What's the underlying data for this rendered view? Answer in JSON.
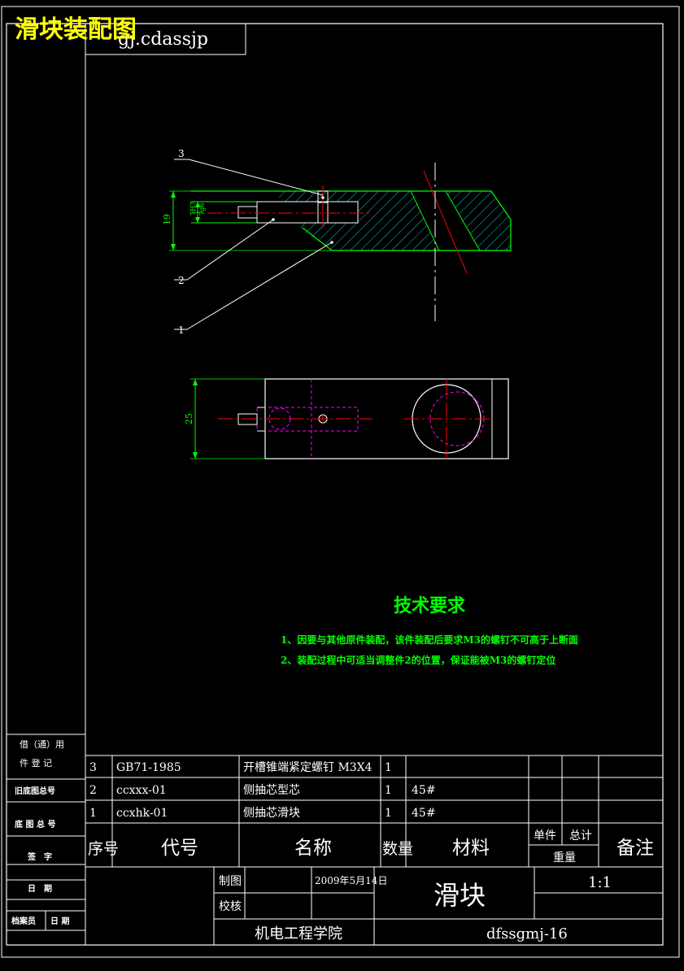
{
  "overlay_title": "滑块装配图",
  "drawing_code_box": "gj.cdassjp",
  "callouts": [
    "3",
    "2",
    "1"
  ],
  "dimensions": {
    "height_19": "19",
    "fit_a": "7H7",
    "fit_b": "7g6",
    "width_25": "25"
  },
  "tech_requirements": {
    "heading": "技术要求",
    "items": [
      "1、因要与其他原件装配，该件装配后要求M3的螺钉不可高于上断面",
      "2、装配过程中可适当调整件2的位置，保证能被M3的螺钉定位"
    ]
  },
  "left_column": {
    "cells": [
      "借（通）用",
      "件 登 记",
      "旧底图总号",
      "底 图 总 号",
      "签　字",
      "日　期",
      "档案员",
      "日 期"
    ]
  },
  "parts_list": {
    "rows": [
      {
        "no": "3",
        "code": "GB71-1985",
        "name": "开槽锥端紧定螺钉 M3X4",
        "qty": "1",
        "material": ""
      },
      {
        "no": "2",
        "code": "ccxxx-01",
        "name": "侧抽芯型芯",
        "qty": "1",
        "material": "45#"
      },
      {
        "no": "1",
        "code": "ccxhk-01",
        "name": "侧抽芯滑块",
        "qty": "1",
        "material": "45#"
      }
    ],
    "header": {
      "no": "序号",
      "code": "代号",
      "name": "名称",
      "qty": "数量",
      "material": "材料",
      "unit": "单件",
      "total": "总计",
      "weight": "重量",
      "remark": "备注"
    }
  },
  "title_block": {
    "drawn_label": "制图",
    "drawn_date": "2009年5月14日",
    "checked_label": "校核",
    "part_name": "滑块",
    "scale": "1:1",
    "school": "机电工程学院",
    "drawing_no": "dfssgmj-16"
  },
  "colors": {
    "frame": "#ffffff",
    "outline": "#00ff00",
    "centerline": "#ff0000",
    "hatch": "#00ffff",
    "hidden": "#ff00ff",
    "text_green": "#00ff00",
    "overlay_title": "#ffff00"
  }
}
